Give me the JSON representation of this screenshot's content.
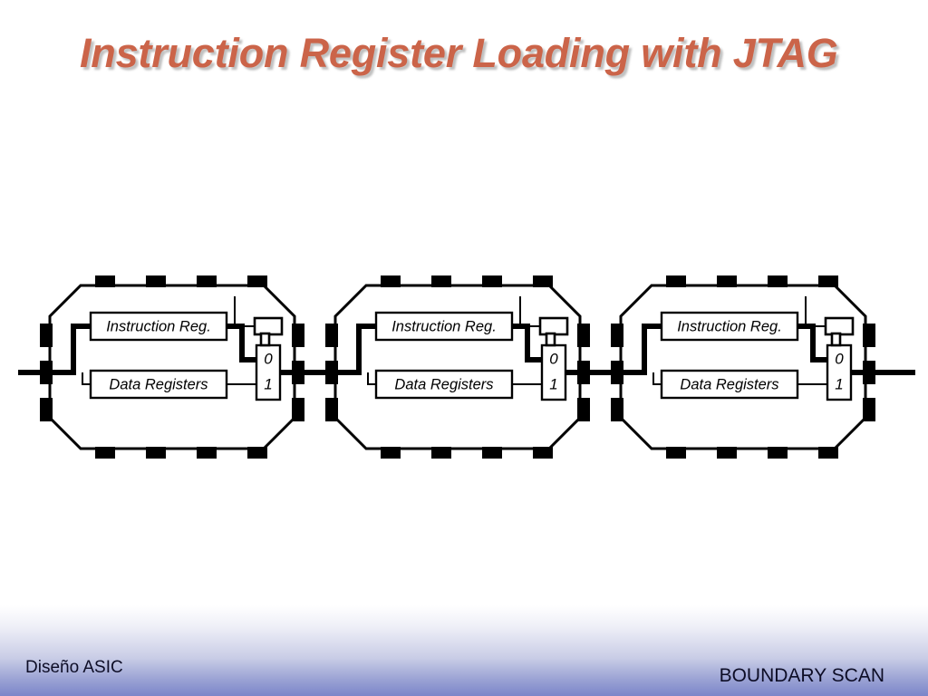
{
  "slide": {
    "title": "Instruction Register Loading with JTAG",
    "title_color": "#cb6449",
    "background_color": "#ffffff"
  },
  "diagram": {
    "name": "jtag-boundary-scan-chain",
    "description": "Three chained JTAG devices; bold path shows the scan chain routed through the Instruction Register of each device",
    "chip_count": 3,
    "pads": {
      "top_count": 4,
      "bottom_count": 4,
      "left_count": 3,
      "right_count": 3,
      "color": "#000000"
    },
    "chips": [
      {
        "id": "chip-1",
        "instruction_register_label": "Instruction Reg.",
        "data_registers_label": "Data Registers",
        "mux_input_0_label": "0",
        "mux_input_1_label": "1"
      },
      {
        "id": "chip-2",
        "instruction_register_label": "Instruction Reg.",
        "data_registers_label": "Data Registers",
        "mux_input_0_label": "0",
        "mux_input_1_label": "1"
      },
      {
        "id": "chip-3",
        "instruction_register_label": "Instruction Reg.",
        "data_registers_label": "Data Registers",
        "mux_input_0_label": "0",
        "mux_input_1_label": "1"
      }
    ]
  },
  "footer": {
    "left_text": "Diseño ASIC",
    "right_text": "BOUNDARY SCAN",
    "gradient_top_color": "#ffffff",
    "gradient_bottom_color": "#7b85c9",
    "text_color": "#0d0d26"
  }
}
